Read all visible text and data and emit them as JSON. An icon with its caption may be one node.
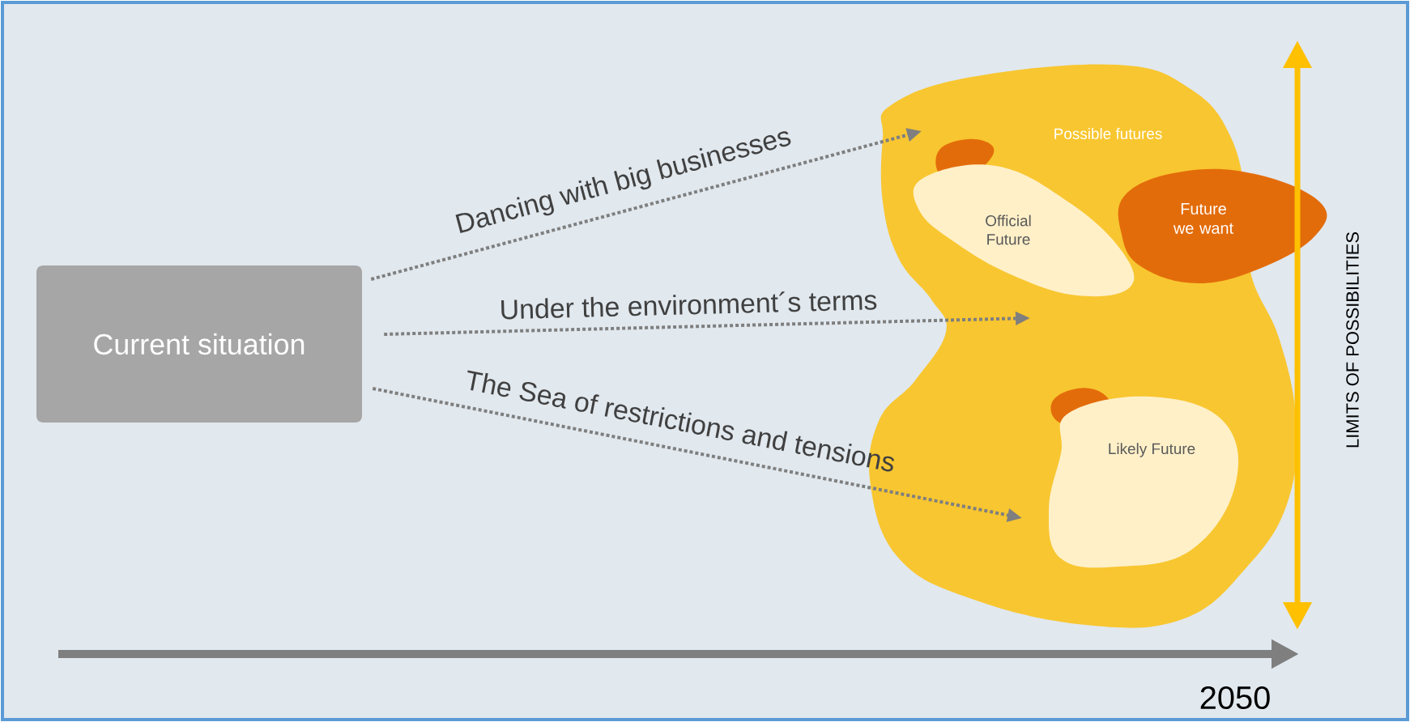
{
  "diagram": {
    "nodes": [
      {
        "text": [
          "Current situation"
        ]
      },
      {
        "text": [
          "Possible futures"
        ]
      },
      {
        "text": [
          "Official Future"
        ],
        "in": 1
      },
      {
        "text": [
          "Likely Future"
        ],
        "in": 1
      },
      {
        "text": [
          "Future we want"
        ]
      }
    ],
    "edges": [
      {
        "from": 0,
        "to": 1,
        "arrow": "to",
        "style": "dashed",
        "label": "Dancing with big businesses"
      },
      {
        "from": 0,
        "to": null,
        "arrow": "to",
        "style": "dashed",
        "label": "Under the environment´s terms"
      },
      {
        "from": 0,
        "to": 3,
        "arrow": "to",
        "style": "dashed",
        "label": "The Sea of restrictions and tensions"
      }
    ],
    "labels": [
      "LIMITS OF POSSIBILITIES",
      "2050"
    ]
  }
}
